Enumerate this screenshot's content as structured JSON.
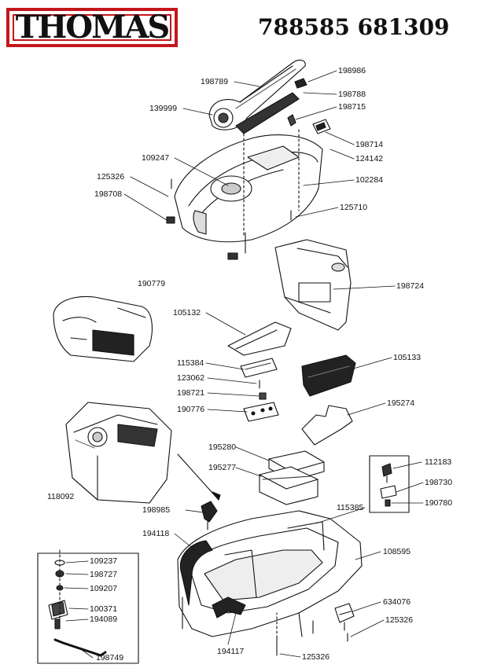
{
  "brand": "THOMAS",
  "model_numbers": "788585 681309",
  "parts": [
    {
      "id": "p198789",
      "label": "198789"
    },
    {
      "id": "p198986",
      "label": "198986"
    },
    {
      "id": "p198788",
      "label": "198788"
    },
    {
      "id": "p139999",
      "label": "139999"
    },
    {
      "id": "p198715",
      "label": "198715"
    },
    {
      "id": "p198714",
      "label": "198714"
    },
    {
      "id": "p109247",
      "label": "109247"
    },
    {
      "id": "p124142",
      "label": "124142"
    },
    {
      "id": "p125326a",
      "label": "125326"
    },
    {
      "id": "p102284",
      "label": "102284"
    },
    {
      "id": "p198708",
      "label": "198708"
    },
    {
      "id": "p125710",
      "label": "125710"
    },
    {
      "id": "p190779",
      "label": "190779"
    },
    {
      "id": "p198724",
      "label": "198724"
    },
    {
      "id": "p105132",
      "label": "105132"
    },
    {
      "id": "p115384",
      "label": "115384"
    },
    {
      "id": "p105133",
      "label": "105133"
    },
    {
      "id": "p123062",
      "label": "123062"
    },
    {
      "id": "p198721",
      "label": "198721"
    },
    {
      "id": "p190776",
      "label": "190776"
    },
    {
      "id": "p195274",
      "label": "195274"
    },
    {
      "id": "p195280",
      "label": "195280"
    },
    {
      "id": "p112183",
      "label": "112183"
    },
    {
      "id": "p195277",
      "label": "195277"
    },
    {
      "id": "p198730",
      "label": "198730"
    },
    {
      "id": "p118092",
      "label": "118092"
    },
    {
      "id": "p115385",
      "label": "115385"
    },
    {
      "id": "p190780",
      "label": "190780"
    },
    {
      "id": "p198985",
      "label": "198985"
    },
    {
      "id": "p194118",
      "label": "194118"
    },
    {
      "id": "p108595",
      "label": "108595"
    },
    {
      "id": "p109237",
      "label": "109237"
    },
    {
      "id": "p198727",
      "label": "198727"
    },
    {
      "id": "p109207",
      "label": "109207"
    },
    {
      "id": "p100371",
      "label": "100371"
    },
    {
      "id": "p194089",
      "label": "194089"
    },
    {
      "id": "p634076",
      "label": "634076"
    },
    {
      "id": "p125326b",
      "label": "125326"
    },
    {
      "id": "p198749",
      "label": "198749"
    },
    {
      "id": "p194117",
      "label": "194117"
    },
    {
      "id": "p125326c",
      "label": "125326"
    }
  ]
}
